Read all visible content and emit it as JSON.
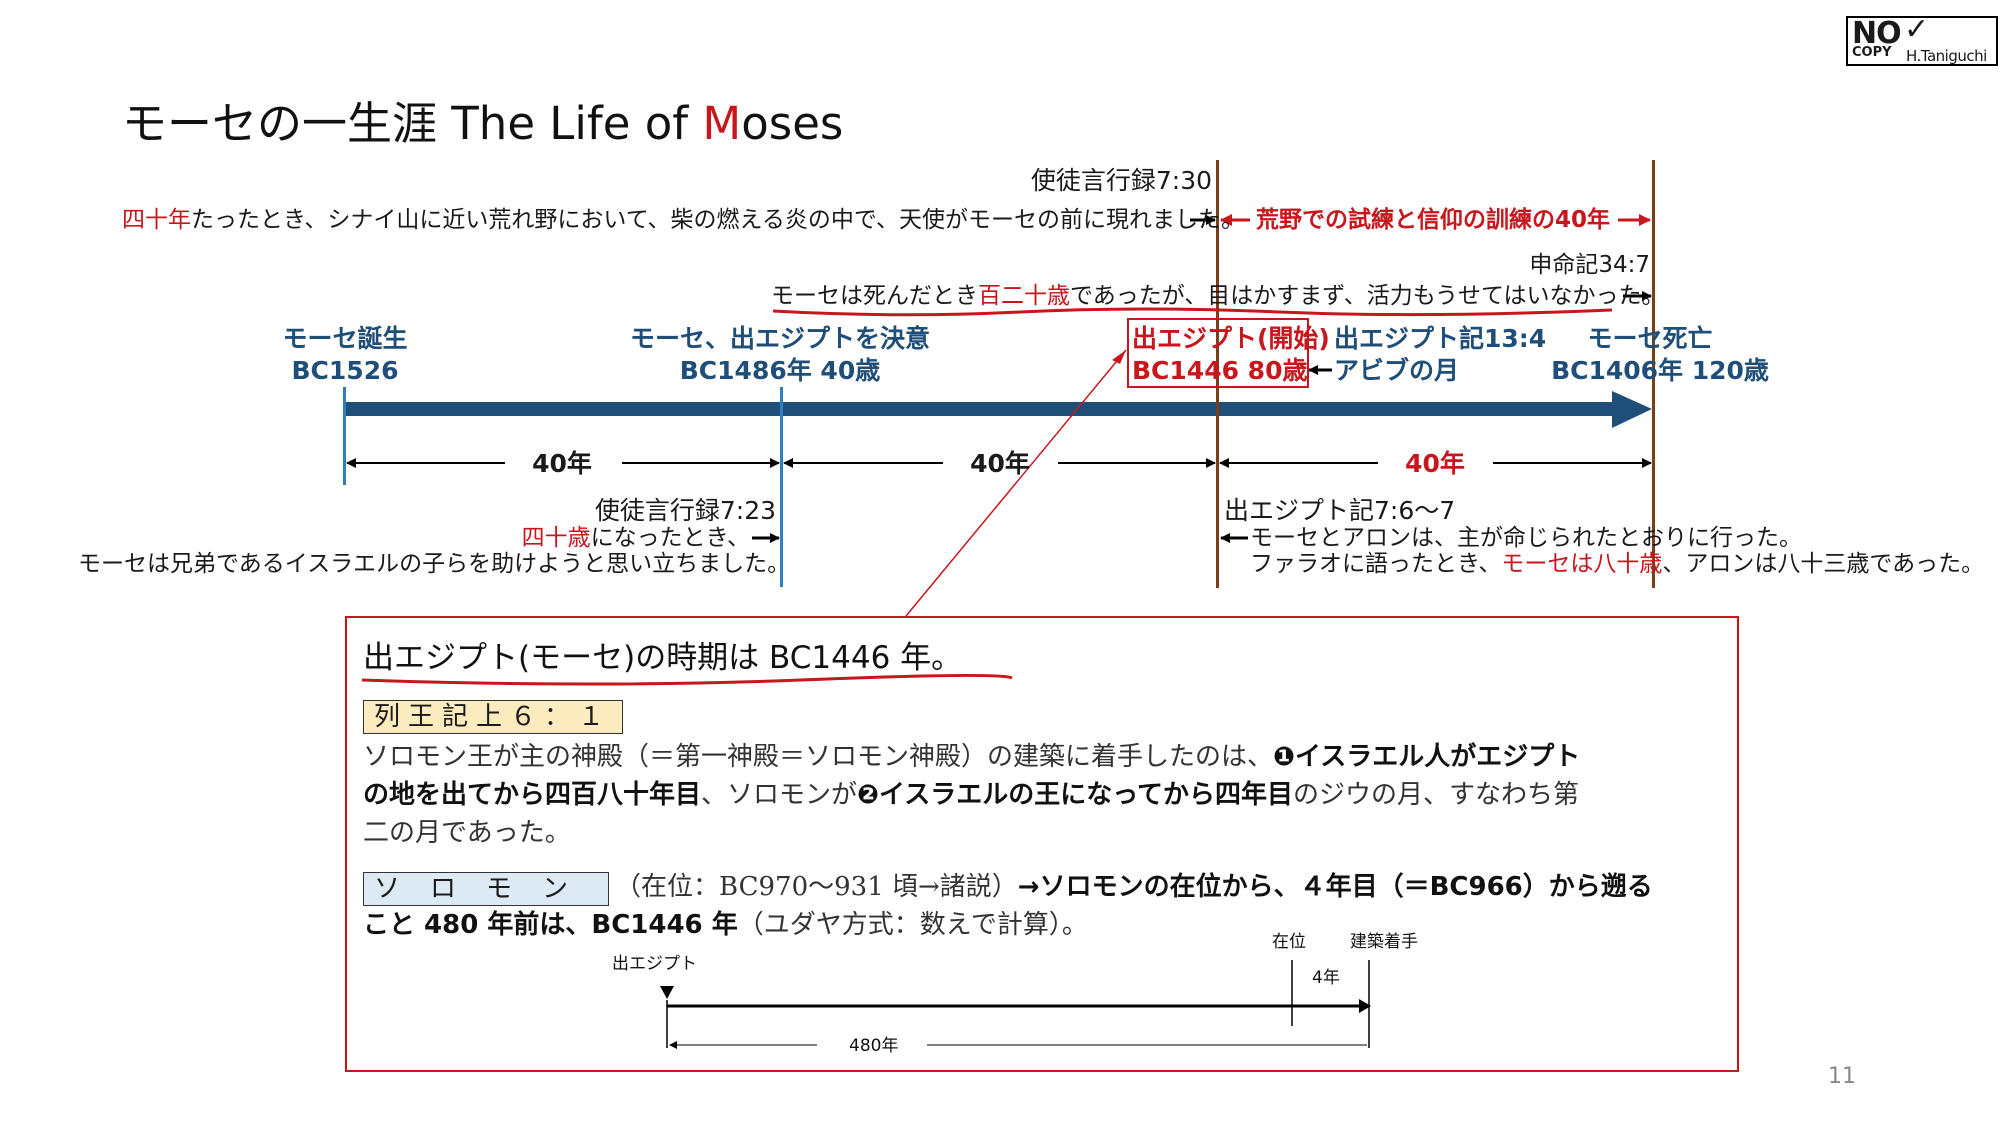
{
  "logo": {
    "no": "NO",
    "copy": "COPY",
    "author": "H.Taniguchi",
    "check": "✓"
  },
  "title": {
    "prefix": "モーセの一生涯  The Life of ",
    "highlight": "M",
    "suffix": "oses"
  },
  "colors": {
    "red": "#c8161d",
    "blue": "#1f4e79",
    "timeline": "#1f4e79",
    "brown": "#7a3e1c"
  },
  "top": {
    "acts730_ref": "使徒言行録7:30",
    "acts730_red": "四十年",
    "acts730_text": "たったとき、シナイ山に近い荒れ野において、柴の燃える炎の中で、天使がモーセの前に現れました。",
    "wilderness": "荒野での試練と信仰の訓練の40年",
    "deut_ref": "申命記34:7",
    "deut_a": "モーセは死んだとき",
    "deut_red": "百二十歳",
    "deut_b": "であったが、目はかすまず、活力もうせてはいなかった。"
  },
  "milestones": {
    "birth_label": "モーセ誕生",
    "birth_year": "BC1526",
    "decide_label": "モーセ、出エジプトを決意",
    "decide_year": "BC1486年 40歳",
    "exodus_label": "出エジプト(開始)",
    "exodus_year": "BC1446 80歳",
    "ex134_ref": "出エジプト記13:4",
    "ex134_text": "アビブの月",
    "death_label": "モーセ死亡",
    "death_year": "BC1406年 120歳"
  },
  "spans": {
    "s1": "40年",
    "s2": "40年",
    "s3": "40年"
  },
  "bottom": {
    "acts723_ref": "使徒言行録7:23",
    "acts723_red": "四十歳",
    "acts723_text": "になったとき、",
    "acts723_line2": "モーセは兄弟であるイスラエルの子らを助けようと思い立ちました。",
    "ex76_ref": "出エジプト記7:6～7",
    "ex76_line1": "モーセとアロンは、主が命じられたとおりに行った。",
    "ex76_line2a": "ファラオに語ったとき、",
    "ex76_line2red": "モーセは八十歳",
    "ex76_line2b": "、アロンは八十三歳であった。"
  },
  "panel": {
    "heading": "出エジプト(モーセ)の時期は BC1446 年。",
    "ref1": "列王記上６：１",
    "p1_a": "ソロモン王が主の神殿（＝第一神殿＝ソロモン神殿）の建築に着手したのは、",
    "p1_b": "❶イスラエル人がエジプト",
    "p1_c": "の地を出てから四百八十年目",
    "p1_d": "、ソロモンが",
    "p1_e": "❷イスラエルの王になってから四年目",
    "p1_f": "のジウの月、すなわち第",
    "p1_g": "二の月であった。",
    "ref2": "ソロモン",
    "p2_a": "（在位：BC970〜931 頃→諸説）",
    "p2_b": "→ソロモンの在位から、４年目（＝BC966）から遡る",
    "p2_c": "こと 480 年前は、BC1446 年",
    "p2_d": "（ユダヤ方式：数えで計算）。",
    "d_exodus": "出エジプト",
    "d_reign": "在位",
    "d_build": "建築着手",
    "d_4": "4年",
    "d_480": "480年"
  },
  "page_number": "11"
}
